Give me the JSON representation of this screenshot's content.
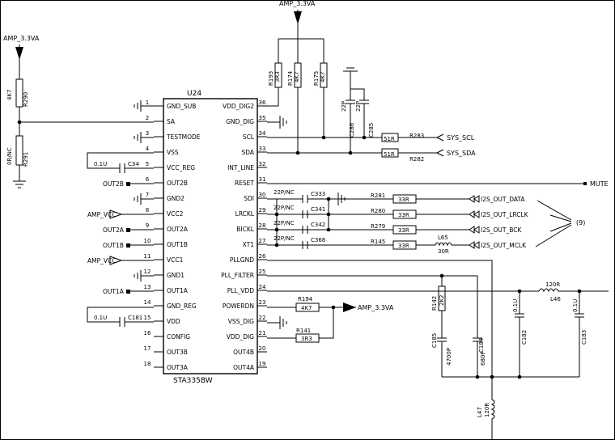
{
  "chip": {
    "ref": "U24",
    "part": "STA335BW",
    "left_pins": [
      {
        "num": "1",
        "name": "GND_SUB"
      },
      {
        "num": "2",
        "name": "SA"
      },
      {
        "num": "3",
        "name": "TESTMODE"
      },
      {
        "num": "4",
        "name": "VSS"
      },
      {
        "num": "5",
        "name": "VCC_REG"
      },
      {
        "num": "6",
        "name": "OUT2B"
      },
      {
        "num": "7",
        "name": "GND2"
      },
      {
        "num": "8",
        "name": "VCC2"
      },
      {
        "num": "9",
        "name": "OUT2A"
      },
      {
        "num": "10",
        "name": "OUT1B"
      },
      {
        "num": "11",
        "name": "VCC1"
      },
      {
        "num": "12",
        "name": "GND1"
      },
      {
        "num": "13",
        "name": "OUT1A"
      },
      {
        "num": "14",
        "name": "GND_REG"
      },
      {
        "num": "15",
        "name": "VDD"
      },
      {
        "num": "16",
        "name": "CONFIG"
      },
      {
        "num": "17",
        "name": "OUT3B"
      },
      {
        "num": "18",
        "name": "OUT3A"
      }
    ],
    "right_pins": [
      {
        "num": "36",
        "name": "VDD_DIG2"
      },
      {
        "num": "35",
        "name": "GND_DIG"
      },
      {
        "num": "34",
        "name": "SCL"
      },
      {
        "num": "33",
        "name": "SDA"
      },
      {
        "num": "32",
        "name": "INT_LINE"
      },
      {
        "num": "31",
        "name": "RESET"
      },
      {
        "num": "30",
        "name": "SDI"
      },
      {
        "num": "29",
        "name": "LRCKL"
      },
      {
        "num": "28",
        "name": "BICKL"
      },
      {
        "num": "27",
        "name": "XT1"
      },
      {
        "num": "26",
        "name": "PLLGND"
      },
      {
        "num": "25",
        "name": "PLL_FILTER"
      },
      {
        "num": "24",
        "name": "PLL_VDD"
      },
      {
        "num": "23",
        "name": "POWERDN"
      },
      {
        "num": "22",
        "name": "VSS_DIG"
      },
      {
        "num": "21",
        "name": "VDD_DIG"
      },
      {
        "num": "20",
        "name": "OUT4B"
      },
      {
        "num": "19",
        "name": "OUT4A"
      }
    ]
  },
  "rails": {
    "top": "AMP_3.3VA",
    "left": "AMP_3.3VA",
    "powerdn": "AMP_3.3VA"
  },
  "nets": {
    "out2b": "OUT2B",
    "vcc2": "AMP_VCC",
    "out2a": "OUT2A",
    "out1b": "OUT1B",
    "vcc1": "AMP_VCC",
    "out1a": "OUT1A",
    "mute": "MUTE",
    "scl": "SYS_SCL",
    "sda": "SYS_SDA",
    "i2s_data": "I2S_OUT_DATA",
    "i2s_lrclk": "I2S_OUT_LRCLK",
    "i2s_bck": "I2S_OUT_BCK",
    "i2s_mclk": "I2S_OUT_MCLK",
    "bus_ref": "(9)"
  },
  "parts": {
    "r290": {
      "ref": "R290",
      "val": "4K7"
    },
    "r291": {
      "ref": "R291",
      "val": "0R/NC"
    },
    "c34": {
      "ref": "C34",
      "val": "0.1U"
    },
    "c181": {
      "ref": "C181",
      "val": "0.1U"
    },
    "r193": {
      "ref": "R193",
      "val": "3R3"
    },
    "r174": {
      "ref": "R174",
      "val": "4K7"
    },
    "r175": {
      "ref": "R175",
      "val": "4K7"
    },
    "c286": {
      "ref": "C286",
      "val": "22P"
    },
    "c285": {
      "ref": "C285",
      "val": "22P"
    },
    "r283": {
      "ref": "R283",
      "val": "51R"
    },
    "r282": {
      "ref": "R282",
      "val": "51R"
    },
    "c333": {
      "ref": "C333",
      "val": "22P/NC"
    },
    "c341": {
      "ref": "C341",
      "val": "22P/NC"
    },
    "c342": {
      "ref": "C342",
      "val": "22P/NC"
    },
    "c368": {
      "ref": "C368",
      "val": "22P/NC"
    },
    "r281": {
      "ref": "R281",
      "val": "33R"
    },
    "r280": {
      "ref": "R280",
      "val": "33R"
    },
    "r279": {
      "ref": "R279",
      "val": "33R"
    },
    "r145": {
      "ref": "R145",
      "val": "33R"
    },
    "l65": {
      "ref": "L65",
      "val": "30R"
    },
    "r142": {
      "ref": "R142",
      "val": "2K2"
    },
    "c185": {
      "ref": "C185",
      "val": "4700P"
    },
    "c184": {
      "ref": "C184",
      "val": "680P"
    },
    "c182": {
      "ref": "C182",
      "val": "0.1U"
    },
    "c183": {
      "ref": "C183",
      "val": "0.1U"
    },
    "l46": {
      "ref": "L46",
      "val": "120R"
    },
    "l47": {
      "ref": "L47",
      "val": "120R"
    },
    "r194": {
      "ref": "R194",
      "val": "4K7"
    },
    "r141": {
      "ref": "R141",
      "val": "3R3"
    }
  }
}
